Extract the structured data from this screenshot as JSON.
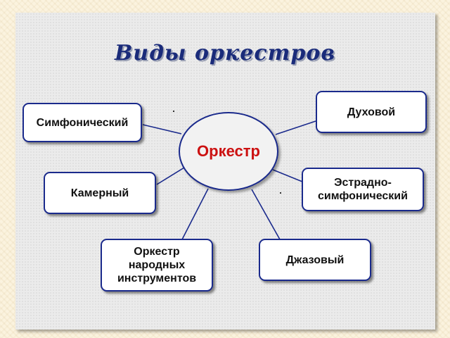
{
  "title": "Виды оркестров",
  "center": "Оркестр",
  "nodes": {
    "symphonic": "Симфонический",
    "brass": "Духовой",
    "chamber": "Камерный",
    "estrada": [
      "Эстрадно-",
      "симфонический"
    ],
    "folk": [
      "Оркестр",
      "народных",
      "инструментов"
    ],
    "jazz": "Джазовый"
  },
  "colors": {
    "title": "#1a2b7a",
    "center_text": "#cc1111",
    "border": "#1a2a8c"
  }
}
